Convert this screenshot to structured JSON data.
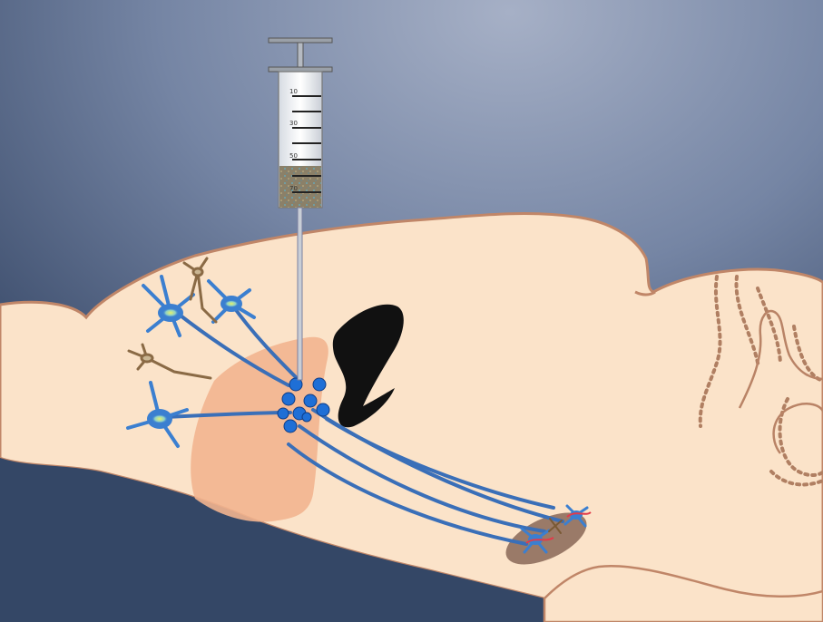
{
  "syringe": {
    "scale_labels": [
      "10",
      "30",
      "50",
      "70"
    ]
  },
  "colors": {
    "background_top": "#9aa6bf",
    "background_bottom": "#2c3e5e",
    "brain_fill": "#fbe3c9",
    "brain_outline": "#c08668",
    "striatum": "#f2b48f",
    "ventricle": "#111111",
    "neuron_blue": "#3b7fd0",
    "neuron_glow": "#d6ea52",
    "microglia": "#8a6a45",
    "target_region": "#9a7a68"
  }
}
